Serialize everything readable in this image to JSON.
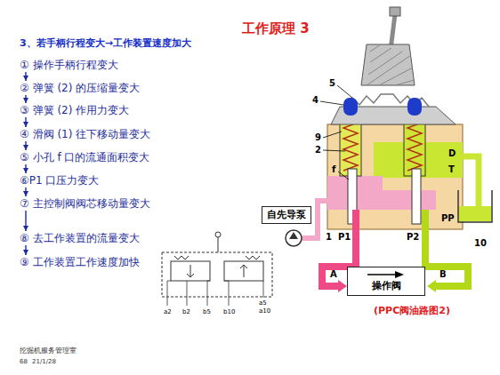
{
  "diagram": {
    "title": "工作原理 3",
    "caption": "(PPC阀油路图2)",
    "nodes": [
      {
        "text": [
          "① 操作手柄行程变大"
        ]
      },
      {
        "text": [
          "② 弹簧 (2) 的压缩量变大"
        ]
      },
      {
        "text": [
          "③ 弹簧 (2) 作用力变大"
        ]
      },
      {
        "text": [
          "④ 滑阀 (1) 往下移动量变大"
        ]
      },
      {
        "text": [
          "⑤ 小孔 f 口的流通面积变大"
        ]
      },
      {
        "text": [
          "⑥P1 口压力变大"
        ]
      },
      {
        "text": [
          "⑦ 主控制阀阀芯移动量变大"
        ]
      },
      {
        "text": [
          "⑧ 去工作装置的流量变大"
        ]
      },
      {
        "text": [
          "⑨ 工作装置工作速度加快"
        ]
      },
      {
        "text": [
          "自先导泵"
        ]
      },
      {
        "text": [
          "操作阀"
        ]
      }
    ],
    "edges": [
      {
        "from": 0,
        "to": 1,
        "arrow": "to"
      },
      {
        "from": 1,
        "to": 2,
        "arrow": "to"
      },
      {
        "from": 2,
        "to": 3,
        "arrow": "to"
      },
      {
        "from": 3,
        "to": 4,
        "arrow": "to"
      },
      {
        "from": 4,
        "to": 5,
        "arrow": "to"
      },
      {
        "from": 5,
        "to": 6,
        "arrow": "to"
      },
      {
        "from": 6,
        "to": 7,
        "arrow": "to"
      },
      {
        "from": 7,
        "to": 8,
        "arrow": "to"
      }
    ],
    "labels": [
      "3、若手柄行程变大→工作装置速度加大",
      "5",
      "4",
      "9",
      "2",
      "f",
      "D",
      "T",
      "PP",
      "1",
      "P1",
      "P2",
      "10",
      "A",
      "B",
      "a2",
      "b2",
      "b5",
      "b10",
      "a5",
      "a10",
      "挖掘机服务管理室",
      "68",
      "21/1/28"
    ]
  }
}
